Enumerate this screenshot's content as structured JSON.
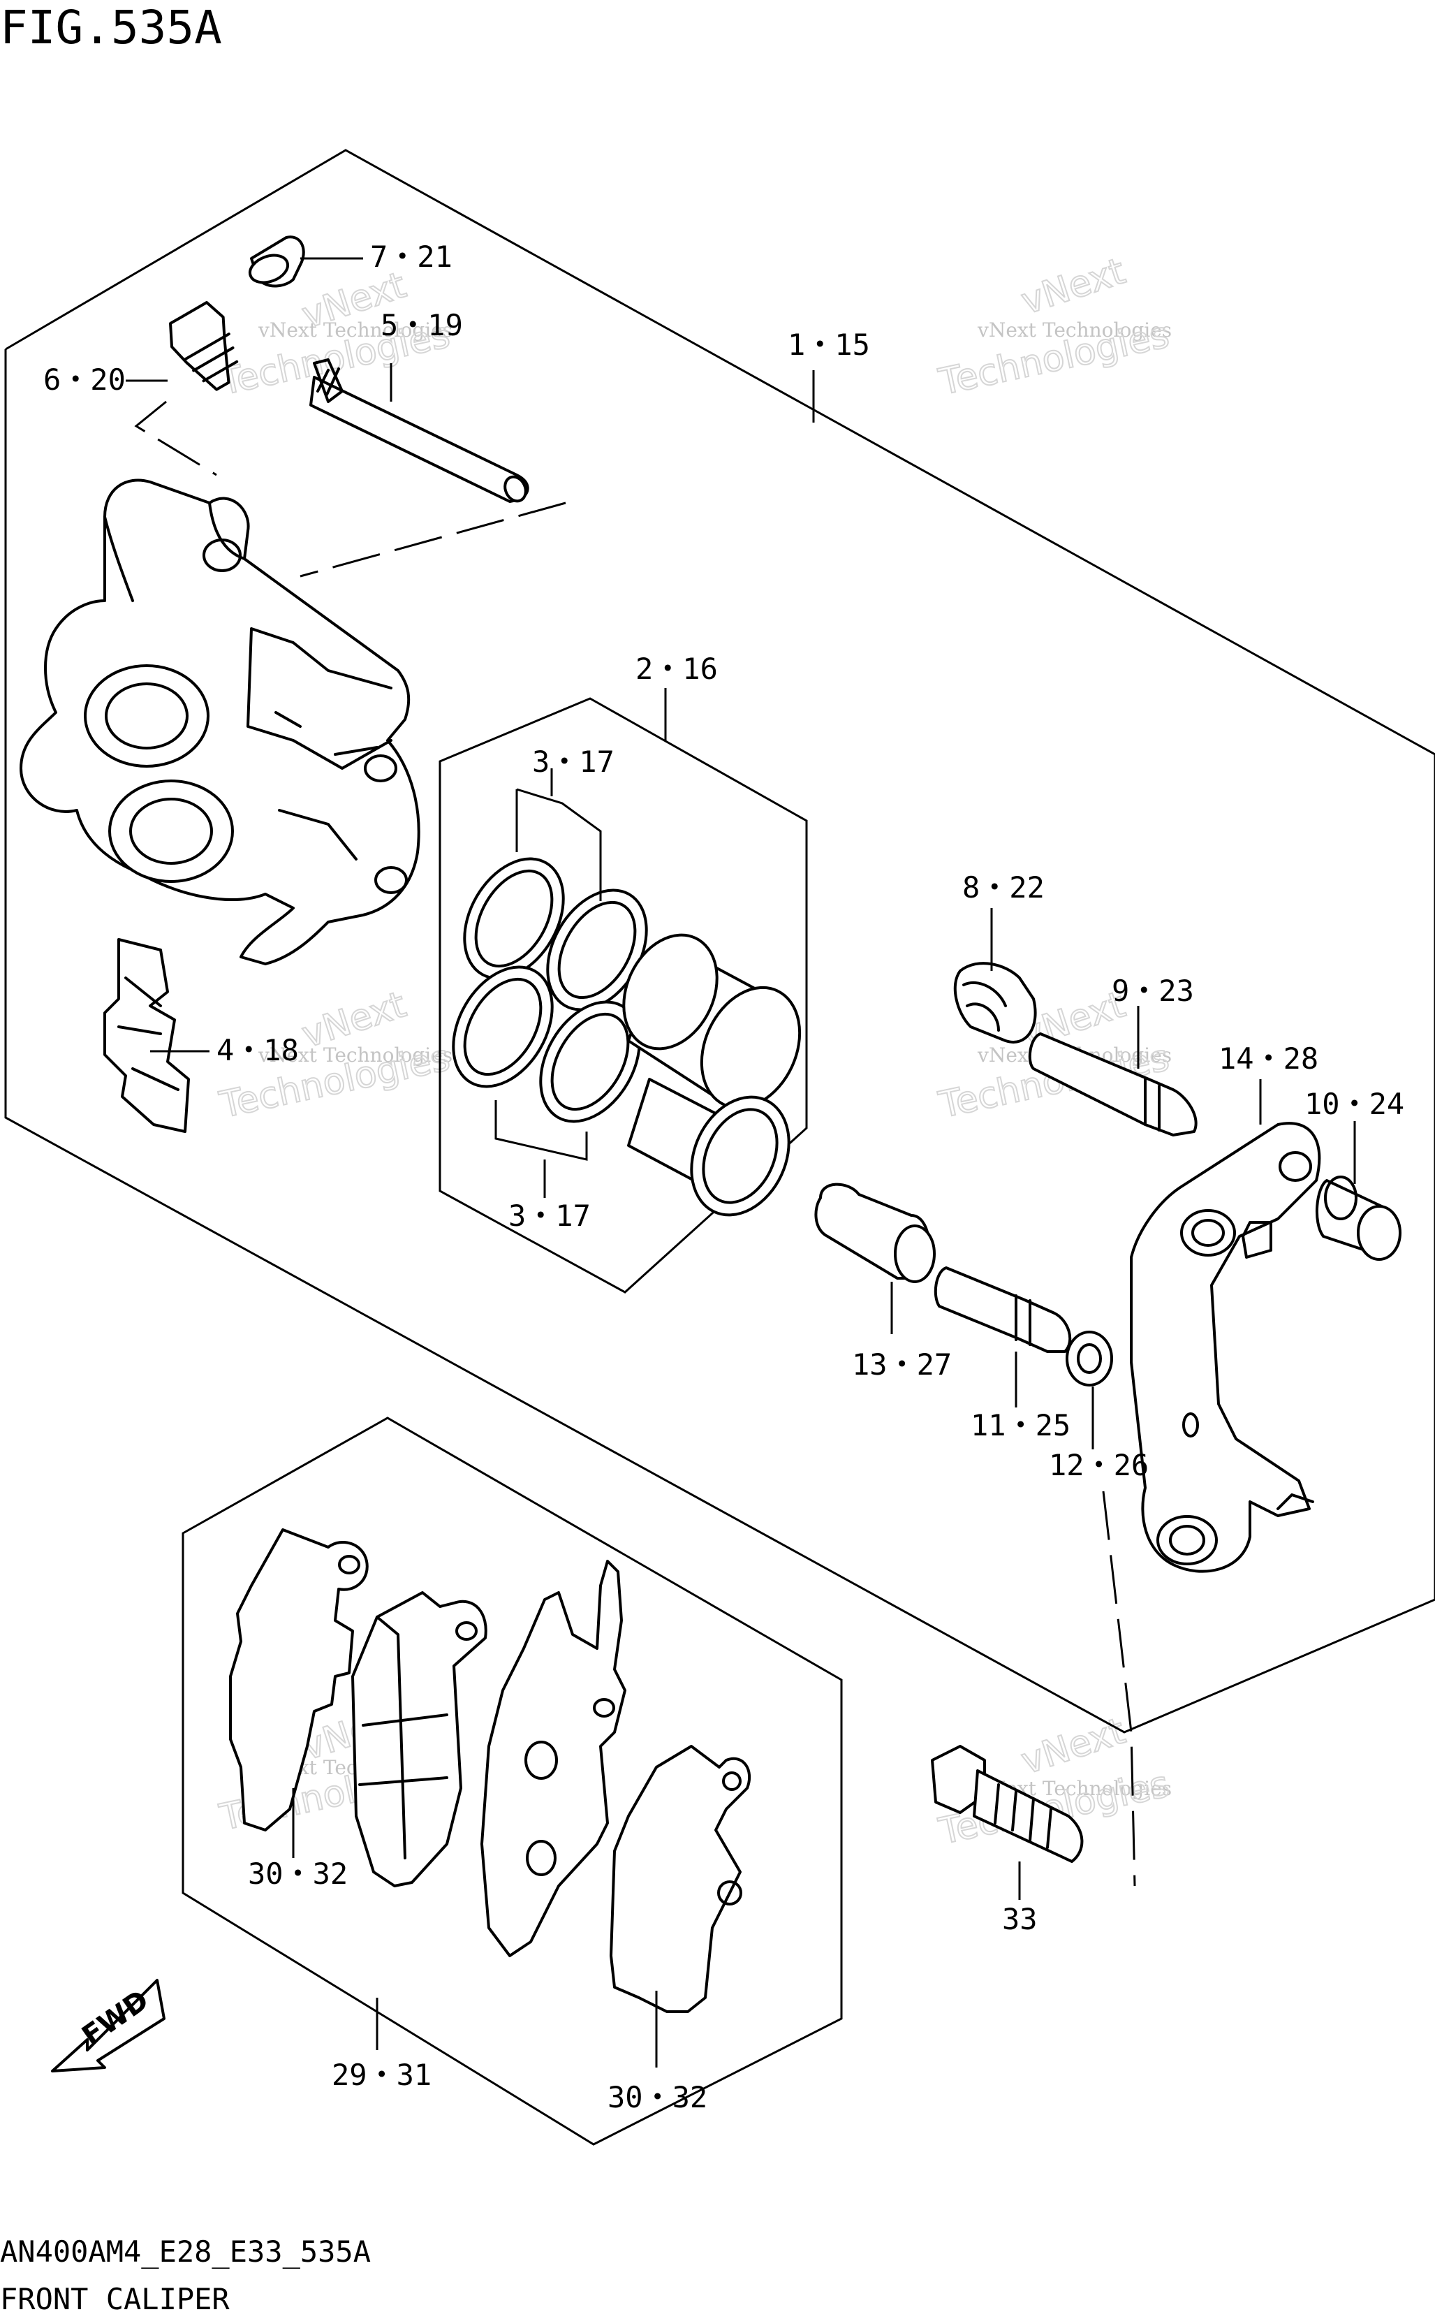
{
  "figure": {
    "title": "FIG.535A",
    "code": "AN400AM4_E28_E33_535A",
    "name": "FRONT CALIPER"
  },
  "labels": {
    "l1": "1・15",
    "l2": "2・16",
    "l3a": "3・17",
    "l3b": "3・17",
    "l4": "4・18",
    "l5": "5・19",
    "l6": "6・20",
    "l7": "7・21",
    "l8": "8・22",
    "l9": "9・23",
    "l10": "10・24",
    "l11": "11・25",
    "l12": "12・26",
    "l13": "13・27",
    "l14": "14・28",
    "l29": "29・31",
    "l30a": "30・32",
    "l30b": "30・32",
    "l33": "33"
  },
  "watermark": {
    "line1": "vNext Technologies",
    "line2": "Technologies",
    "line3": "vNext"
  },
  "fwd_label": "FWD"
}
